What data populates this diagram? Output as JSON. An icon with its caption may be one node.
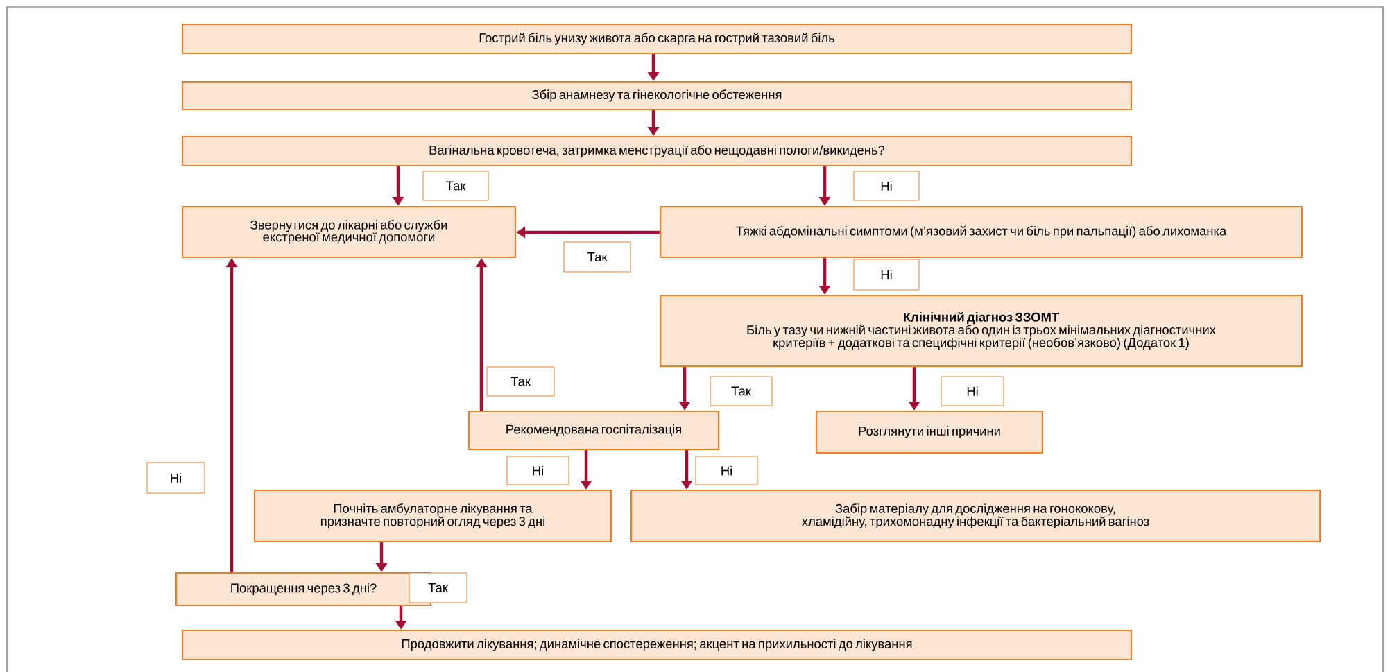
{
  "diagram": {
    "nodes": [
      {
        "text": [
          "Гострий біль унизу живота або скарга на гострий тазовий біль"
        ]
      },
      {
        "text": [
          "Збір анамнезу та гінекологічне обстеження"
        ]
      },
      {
        "text": [
          "Вагінальна кровотеча, затримка менструації або нещодавні пологи/викидень?"
        ]
      },
      {
        "text": [
          "Звернутися до лікарні або служби екстреної медичної допомоги"
        ]
      },
      {
        "text": [
          "Тяжкі абдомінальні симптоми (м’язовий захист чи біль при пальпації) або лихоманка"
        ]
      },
      {
        "text": [
          "Клінічний діагноз ЗЗОМТ",
          "Біль у тазу чи нижній частині живота або один із трьох мінімальних діагностичних критеріїв + додаткові та специфічні критерії (необов’язково) (Додаток 1)"
        ]
      },
      {
        "text": [
          "Розглянути інші причини"
        ]
      },
      {
        "text": [
          "Рекомендована госпіталізація"
        ]
      },
      {
        "text": [
          "Почніть амбулаторне лікування та призначте повторний огляд через 3 дні"
        ]
      },
      {
        "text": [
          "Забір матеріалу для дослідження на гонококову, хламідійну, трихомонадну інфекції та бактеріальний вагіноз"
        ]
      },
      {
        "text": [
          "Покращення через 3 дні?"
        ]
      },
      {
        "text": [
          "Продовжити лікування; динамічне спостереження; акцент на прихильності до лікування"
        ]
      }
    ],
    "edges": [
      {
        "from": 0,
        "to": 1,
        "arrow": "to"
      },
      {
        "from": 1,
        "to": 2,
        "arrow": "to"
      },
      {
        "from": 2,
        "to": 3,
        "arrow": "to",
        "label": "Так"
      },
      {
        "from": 2,
        "to": 4,
        "arrow": "to",
        "label": "Ні"
      },
      {
        "from": 4,
        "to": 3,
        "arrow": "to",
        "label": "Так"
      },
      {
        "from": 4,
        "to": 5,
        "arrow": "to",
        "label": "Ні"
      },
      {
        "from": 5,
        "to": 7,
        "arrow": "to",
        "label": "Так"
      },
      {
        "from": 5,
        "to": 6,
        "arrow": "to",
        "label": "Ні"
      },
      {
        "from": 7,
        "to": 3,
        "arrow": "to",
        "label": "Так"
      },
      {
        "from": 7,
        "to": 8,
        "arrow": "to",
        "label": "Ні"
      },
      {
        "from": 7,
        "to": 9,
        "arrow": "to",
        "label": "Ні"
      },
      {
        "from": 8,
        "to": 10,
        "arrow": "to"
      },
      {
        "from": 10,
        "to": 3,
        "arrow": "to",
        "label": "Ні"
      },
      {
        "from": 10,
        "to": 11,
        "arrow": "to",
        "label": "Так"
      }
    ]
  }
}
